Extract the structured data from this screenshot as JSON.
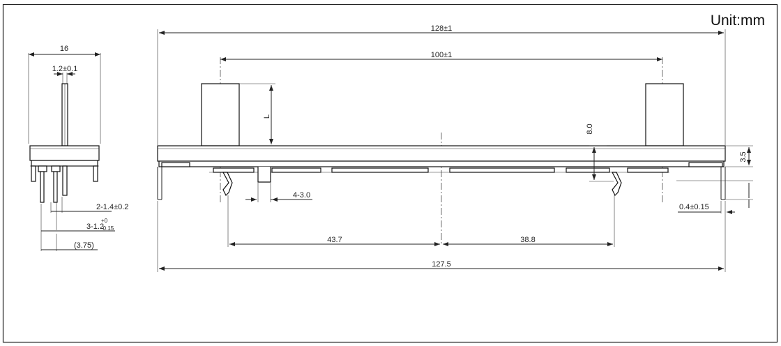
{
  "unit_label": "Unit:mm",
  "side_view": {
    "width": "16",
    "shaft": "1.2±0.1",
    "pitch_a": "2-1.4±0.2",
    "pitch_b_base": "3-1.2",
    "pitch_b_tol_upper": "+0",
    "pitch_b_tol_lower": "-0.15",
    "offset": "(3.75)"
  },
  "front_view": {
    "overall_length": "128±1",
    "travel": "100±1",
    "lever_height": "L",
    "body_height": "8.0",
    "thickness": "3.5",
    "slot": "4-3.0",
    "lead_width": "0.4±0.15",
    "left_pitch": "43.7",
    "right_pitch": "38.8",
    "mount_length": "127.5"
  }
}
